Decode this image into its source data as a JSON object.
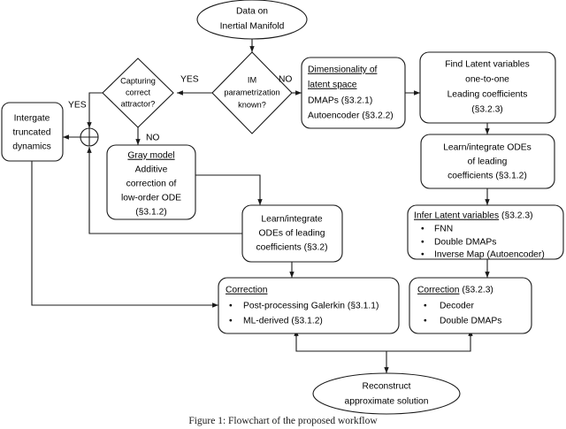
{
  "figure": {
    "caption": "Figure 1: Flowchart of the proposed workflow",
    "title": "Flowchart of the proposed workflow"
  },
  "colors": {
    "stroke": "#1a1a1a",
    "fill": "#ffffff",
    "text": "#000000"
  },
  "nodes": {
    "data_source": {
      "shape": "ellipse",
      "line1": "Data on",
      "line2": "Inertial Manifold"
    },
    "im_param_decision": {
      "shape": "diamond",
      "line1": "IM",
      "line2": "parametrization",
      "line3": "known?"
    },
    "attractor_decision": {
      "shape": "diamond",
      "line1": "Capturing",
      "line2": "correct",
      "line3": "attractor?"
    },
    "integrate_truncated": {
      "shape": "rounded-rect",
      "line1": "Intergate",
      "line2": "truncated",
      "line3": "dynamics"
    },
    "gray_model": {
      "shape": "rounded-rect",
      "heading": "Gray model",
      "line1": "Additive",
      "line2": "correction of",
      "line3": "low-order ODE",
      "line4": "(§3.1.2)"
    },
    "dimensionality": {
      "shape": "rounded-rect",
      "heading_line1": "Dimensionality of",
      "heading_line2": "latent space",
      "item1": "DMAPs (§3.2.1)",
      "item2": "Autoencoder (§3.2.2)"
    },
    "find_latent": {
      "shape": "rounded-rect",
      "line1": "Find Latent variables",
      "line2": "one-to-one",
      "line3": "Leading coefficients",
      "line4": "(§3.2.3)"
    },
    "learn_odes_leading_312": {
      "shape": "rounded-rect",
      "line1": "Learn/integrate ODEs",
      "line2": "of leading",
      "line3": "coefficients (§3.1.2)"
    },
    "learn_odes_leading_32": {
      "shape": "rounded-rect",
      "line1": "Learn/integrate",
      "line2": "ODEs of leading",
      "line3": "coefficients (§3.2)"
    },
    "infer_latent": {
      "shape": "rounded-rect",
      "heading": "Infer Latent variables",
      "heading_suffix": " (§3.2.3)",
      "bullet1": "FNN",
      "bullet2": "Double DMAPs",
      "bullet3": "Inverse Map (Autoencoder)"
    },
    "correction_left": {
      "shape": "rounded-rect",
      "heading": "Correction",
      "bullet1": "Post-processing Galerkin (§3.1.1)",
      "bullet2": "ML-derived (§3.1.2)"
    },
    "correction_right": {
      "shape": "rounded-rect",
      "heading": "Correction",
      "heading_suffix": " (§3.2.3)",
      "bullet1": "Decoder",
      "bullet2": "Double DMAPs"
    },
    "reconstruct": {
      "shape": "ellipse",
      "line1": "Reconstruct",
      "line2": "approximate solution"
    },
    "sum_junction": {
      "shape": "circle-plus",
      "label": "+"
    }
  },
  "edge_labels": {
    "im_param_yes": "YES",
    "im_param_no": "NO",
    "attractor_yes": "YES",
    "attractor_no": "NO"
  },
  "bullet_glyph": "•"
}
